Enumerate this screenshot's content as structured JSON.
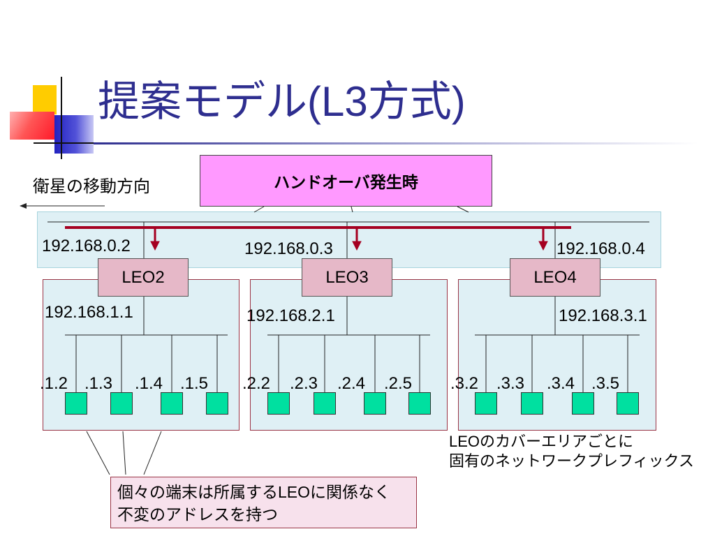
{
  "slide": {
    "title": "提案モデル(L3方式)"
  },
  "handover": {
    "label": "ハンドオーバ発生時"
  },
  "movement": {
    "label": "衛星の移動方向"
  },
  "backbone": {
    "addresses": [
      "192.168.0.2",
      "192.168.0.3",
      "192.168.0.4"
    ]
  },
  "satellites": [
    {
      "name": "LEO2",
      "gateway": "192.168.1.1",
      "hosts": [
        ".1.2",
        ".1.3",
        ".1.4",
        ".1.5"
      ]
    },
    {
      "name": "LEO3",
      "gateway": "192.168.2.1",
      "hosts": [
        ".2.2",
        ".2.3",
        ".2.4",
        ".2.5"
      ]
    },
    {
      "name": "LEO4",
      "gateway": "192.168.3.1",
      "hosts": [
        ".3.2",
        ".3.3",
        ".3.4",
        ".3.5"
      ]
    }
  ],
  "coverage_note": {
    "lines": [
      "LEOのカバーエリアごとに",
      "固有のネットワークプレフィックス"
    ]
  },
  "callout": {
    "lines": [
      "個々の端末は所属するLEOに関係なく",
      "不変のアドレスを持つ"
    ]
  },
  "colors": {
    "title": "#2e2e8f",
    "handover_box": "#ff99ff",
    "network_area": "#dff0f5",
    "subnet_border": "#993344",
    "satellite": "#e6b8c8",
    "handover_path": "#a50021",
    "terminal": "#00e0a0",
    "callout": "#f7e1ec"
  }
}
